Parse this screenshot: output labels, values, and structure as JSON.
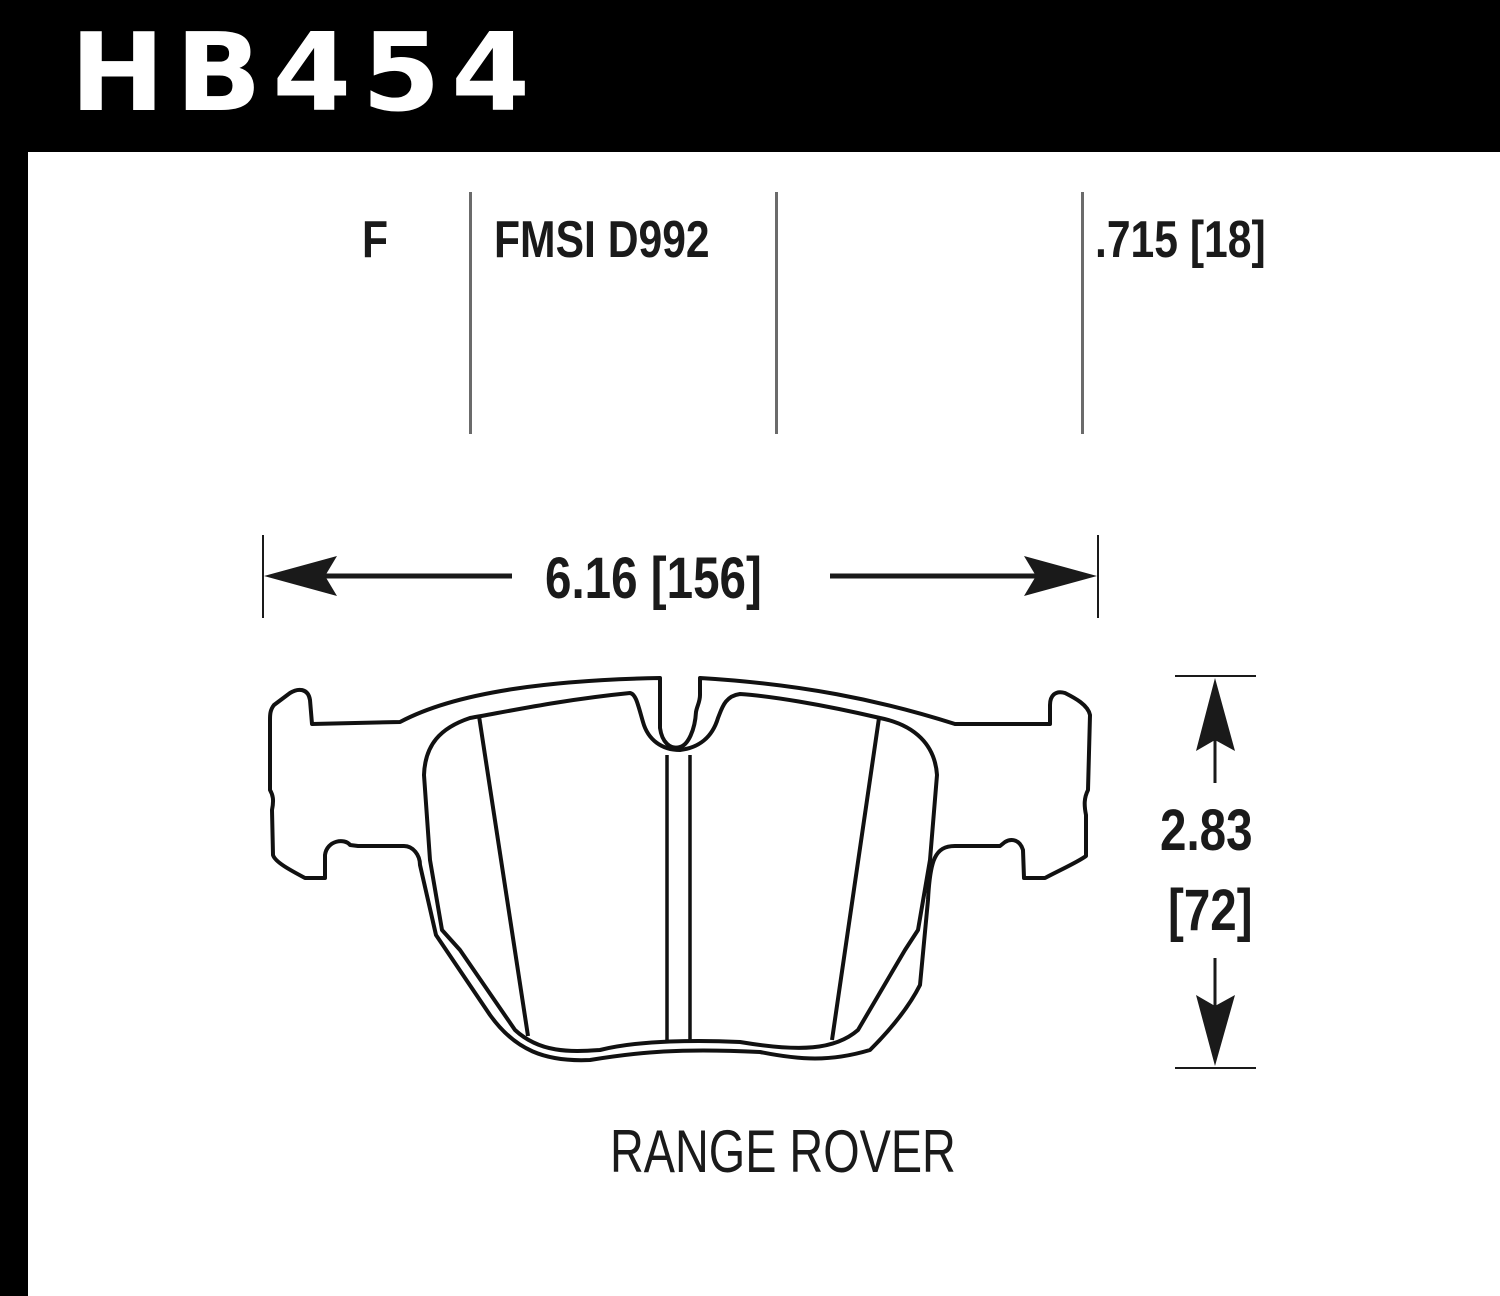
{
  "header": {
    "part_number": "HB454",
    "background_color": "#000000",
    "text_color": "#ffffff"
  },
  "spec_row": {
    "position": "F",
    "fmsi": "FMSI D992",
    "thickness": ".715 [18]"
  },
  "dimensions": {
    "width": "6.16 [156]",
    "height_in": "2.83",
    "height_mm": "[72]"
  },
  "footer": {
    "vehicle": "RANGE ROVER"
  },
  "colors": {
    "ink": "#1a1a1a",
    "divider": "#6b6b6b"
  }
}
